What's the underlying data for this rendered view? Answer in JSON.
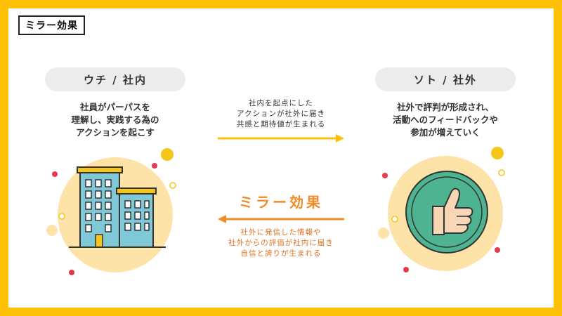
{
  "title": "ミラー効果",
  "left": {
    "label": "ウチ / 社内",
    "lines": [
      "社員がパーパスを",
      "理解し、実践する為の",
      "アクションを起こす"
    ]
  },
  "right": {
    "label": "ソト / 社外",
    "lines": [
      "社外で評判が形成され、",
      "活動へのフィードバックや",
      "参加が増えていく"
    ]
  },
  "top_flow": {
    "lines": [
      "社内を起点にした",
      "アクションが社外に届き",
      "共感と期待値が生まれる"
    ],
    "color": "#ffc107"
  },
  "bottom_flow": {
    "label": "ミラー効果",
    "lines": [
      "社外に発信した情報や",
      "社外からの評価が社内に届き",
      "自信と誇りが生まれる"
    ],
    "color": "#f28c28"
  },
  "icons": {
    "left": "office-building-icon",
    "right": "thumbs-up-icon"
  },
  "colors": {
    "frame": "#ffc107",
    "circle": "#fde3a7",
    "pill": "#ececec",
    "accent_orange": "#f28c28",
    "dot_red": "#e53950",
    "dot_yellow": "#f5c518"
  }
}
